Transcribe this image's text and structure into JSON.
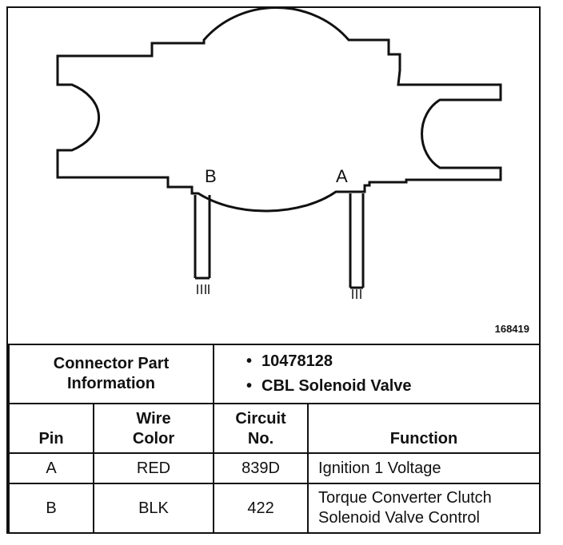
{
  "diagram": {
    "pin_labels": {
      "a": "A",
      "b": "B"
    },
    "figure_id": "168419"
  },
  "connector_info": {
    "title": "Connector Part Information",
    "items": [
      "10478128",
      "CBL Solenoid Valve"
    ]
  },
  "table": {
    "headers": {
      "pin": "Pin",
      "wire_color": "Wire Color",
      "circuit_no": "Circuit No.",
      "function": "Function"
    },
    "rows": [
      {
        "pin": "A",
        "wire_color": "RED",
        "circuit_no": "839D",
        "function": "Ignition 1 Voltage"
      },
      {
        "pin": "B",
        "wire_color": "BLK",
        "circuit_no": "422",
        "function": "Torque Converter Clutch Solenoid Valve Control"
      }
    ]
  }
}
